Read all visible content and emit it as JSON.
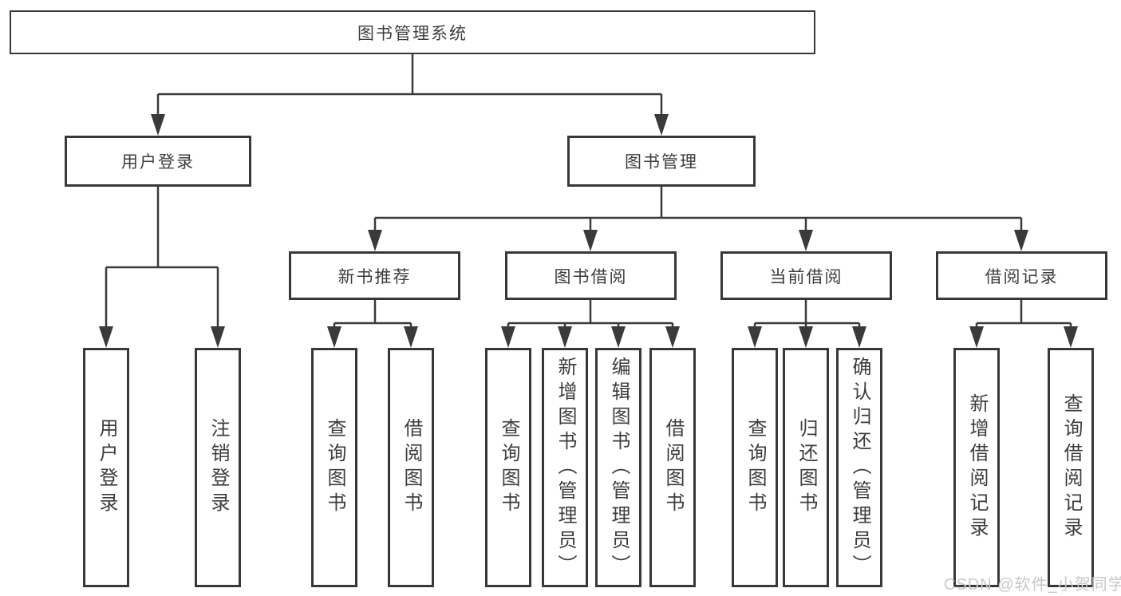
{
  "nodes": {
    "root": "图书管理系统",
    "user_login": "用户登录",
    "book_management": "图书管理",
    "new_book_recommend": "新书推荐",
    "book_borrowing": "图书借阅",
    "current_borrowing": "当前借阅",
    "borrowing_records": "借阅记录",
    "leaf_user_login": "用户登录",
    "leaf_logout": "注销登录",
    "leaf_query_books_a": "查询图书",
    "leaf_borrow_books_a": "借阅图书",
    "leaf_query_books_b": "查询图书",
    "leaf_add_books_admin": "新增图书（管理员）",
    "leaf_edit_books_admin": "编辑图书（管理员）",
    "leaf_borrow_books_b": "借阅图书",
    "leaf_query_books_c": "查询图书",
    "leaf_return_books": "归还图书",
    "leaf_confirm_return_admin": "确认归还（管理员）",
    "leaf_add_borrow_record": "新增借阅记录",
    "leaf_query_borrow_record": "查询借阅记录"
  },
  "watermark": "CSDN @软件_小贺同学",
  "colors": {
    "line": "#3a3a3a",
    "box_border": "#383838",
    "text": "#3d3d3d",
    "watermark": "#c8c8c8",
    "background": "#ffffff"
  }
}
